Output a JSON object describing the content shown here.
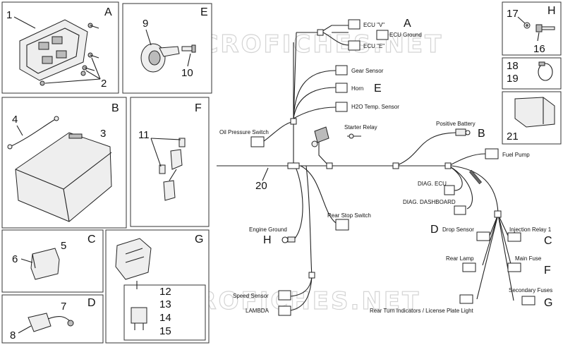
{
  "watermark": "MICROFICHES.NET",
  "panels": {
    "A": {
      "letter": "A",
      "nums": [
        "1",
        "2"
      ]
    },
    "E": {
      "letter": "E",
      "nums": [
        "9",
        "10"
      ]
    },
    "H": {
      "letter": "H",
      "nums": [
        "17",
        "16"
      ]
    },
    "n18_19": {
      "nums": [
        "18",
        "19"
      ]
    },
    "n21": {
      "nums": [
        "21"
      ]
    },
    "B": {
      "letter": "B",
      "nums": [
        "4",
        "3"
      ]
    },
    "F": {
      "letter": "F",
      "nums": [
        "11"
      ]
    },
    "C": {
      "letter": "C",
      "nums": [
        "5",
        "6"
      ]
    },
    "G": {
      "letter": "G",
      "nums": [
        "12",
        "13",
        "14",
        "15"
      ]
    },
    "D": {
      "letter": "D",
      "nums": [
        "7",
        "8"
      ]
    }
  },
  "schematic": {
    "main_harness_number": "20",
    "connectors": {
      "ecu_v": "ECU \"V\"",
      "ecu_ground": "ECU Ground",
      "ecu_e": "ECU \"E\"",
      "gear_sensor": "Gear Sensor",
      "horn": "Horn",
      "h2o_temp": "H2O Temp. Sensor",
      "oil_pressure": "Oil Pressure Switch",
      "starter_relay": "Starter Relay",
      "positive_battery": "Positive Battery",
      "fuel_pump": "Fuel Pump",
      "diag_ecu": "DIAG. ECU",
      "diag_dashboard": "DIAG. DASHBOARD",
      "rear_stop": "Rear Stop Switch",
      "engine_ground": "Engine Ground",
      "drop_sensor": "Drop Sensor",
      "injection_relay": "Injection Relay 1",
      "rear_lamp": "Rear Lamp",
      "main_fuse": "Main Fuse",
      "secondary_fuses": "Secondary Fuses",
      "speed_sensor": "Speed Sensor",
      "lambda": "LAMBDA",
      "rear_turn": "Rear Turn Indicators / License Plate Light"
    },
    "ref_letters": {
      "ecu": "A",
      "horn": "E",
      "positive_battery": "B",
      "engine_ground": "H",
      "drop_sensor": "D",
      "injection_relay": "C",
      "main_fuse": "F",
      "secondary_fuses": "G"
    }
  },
  "icons": [
    "washer-icon",
    "bolt-icon",
    "clamp-icon",
    "relay-icon",
    "horn-icon",
    "battery-icon",
    "fuse-icon",
    "ring-terminal-icon",
    "ecu-icon",
    "sensor-icon"
  ]
}
